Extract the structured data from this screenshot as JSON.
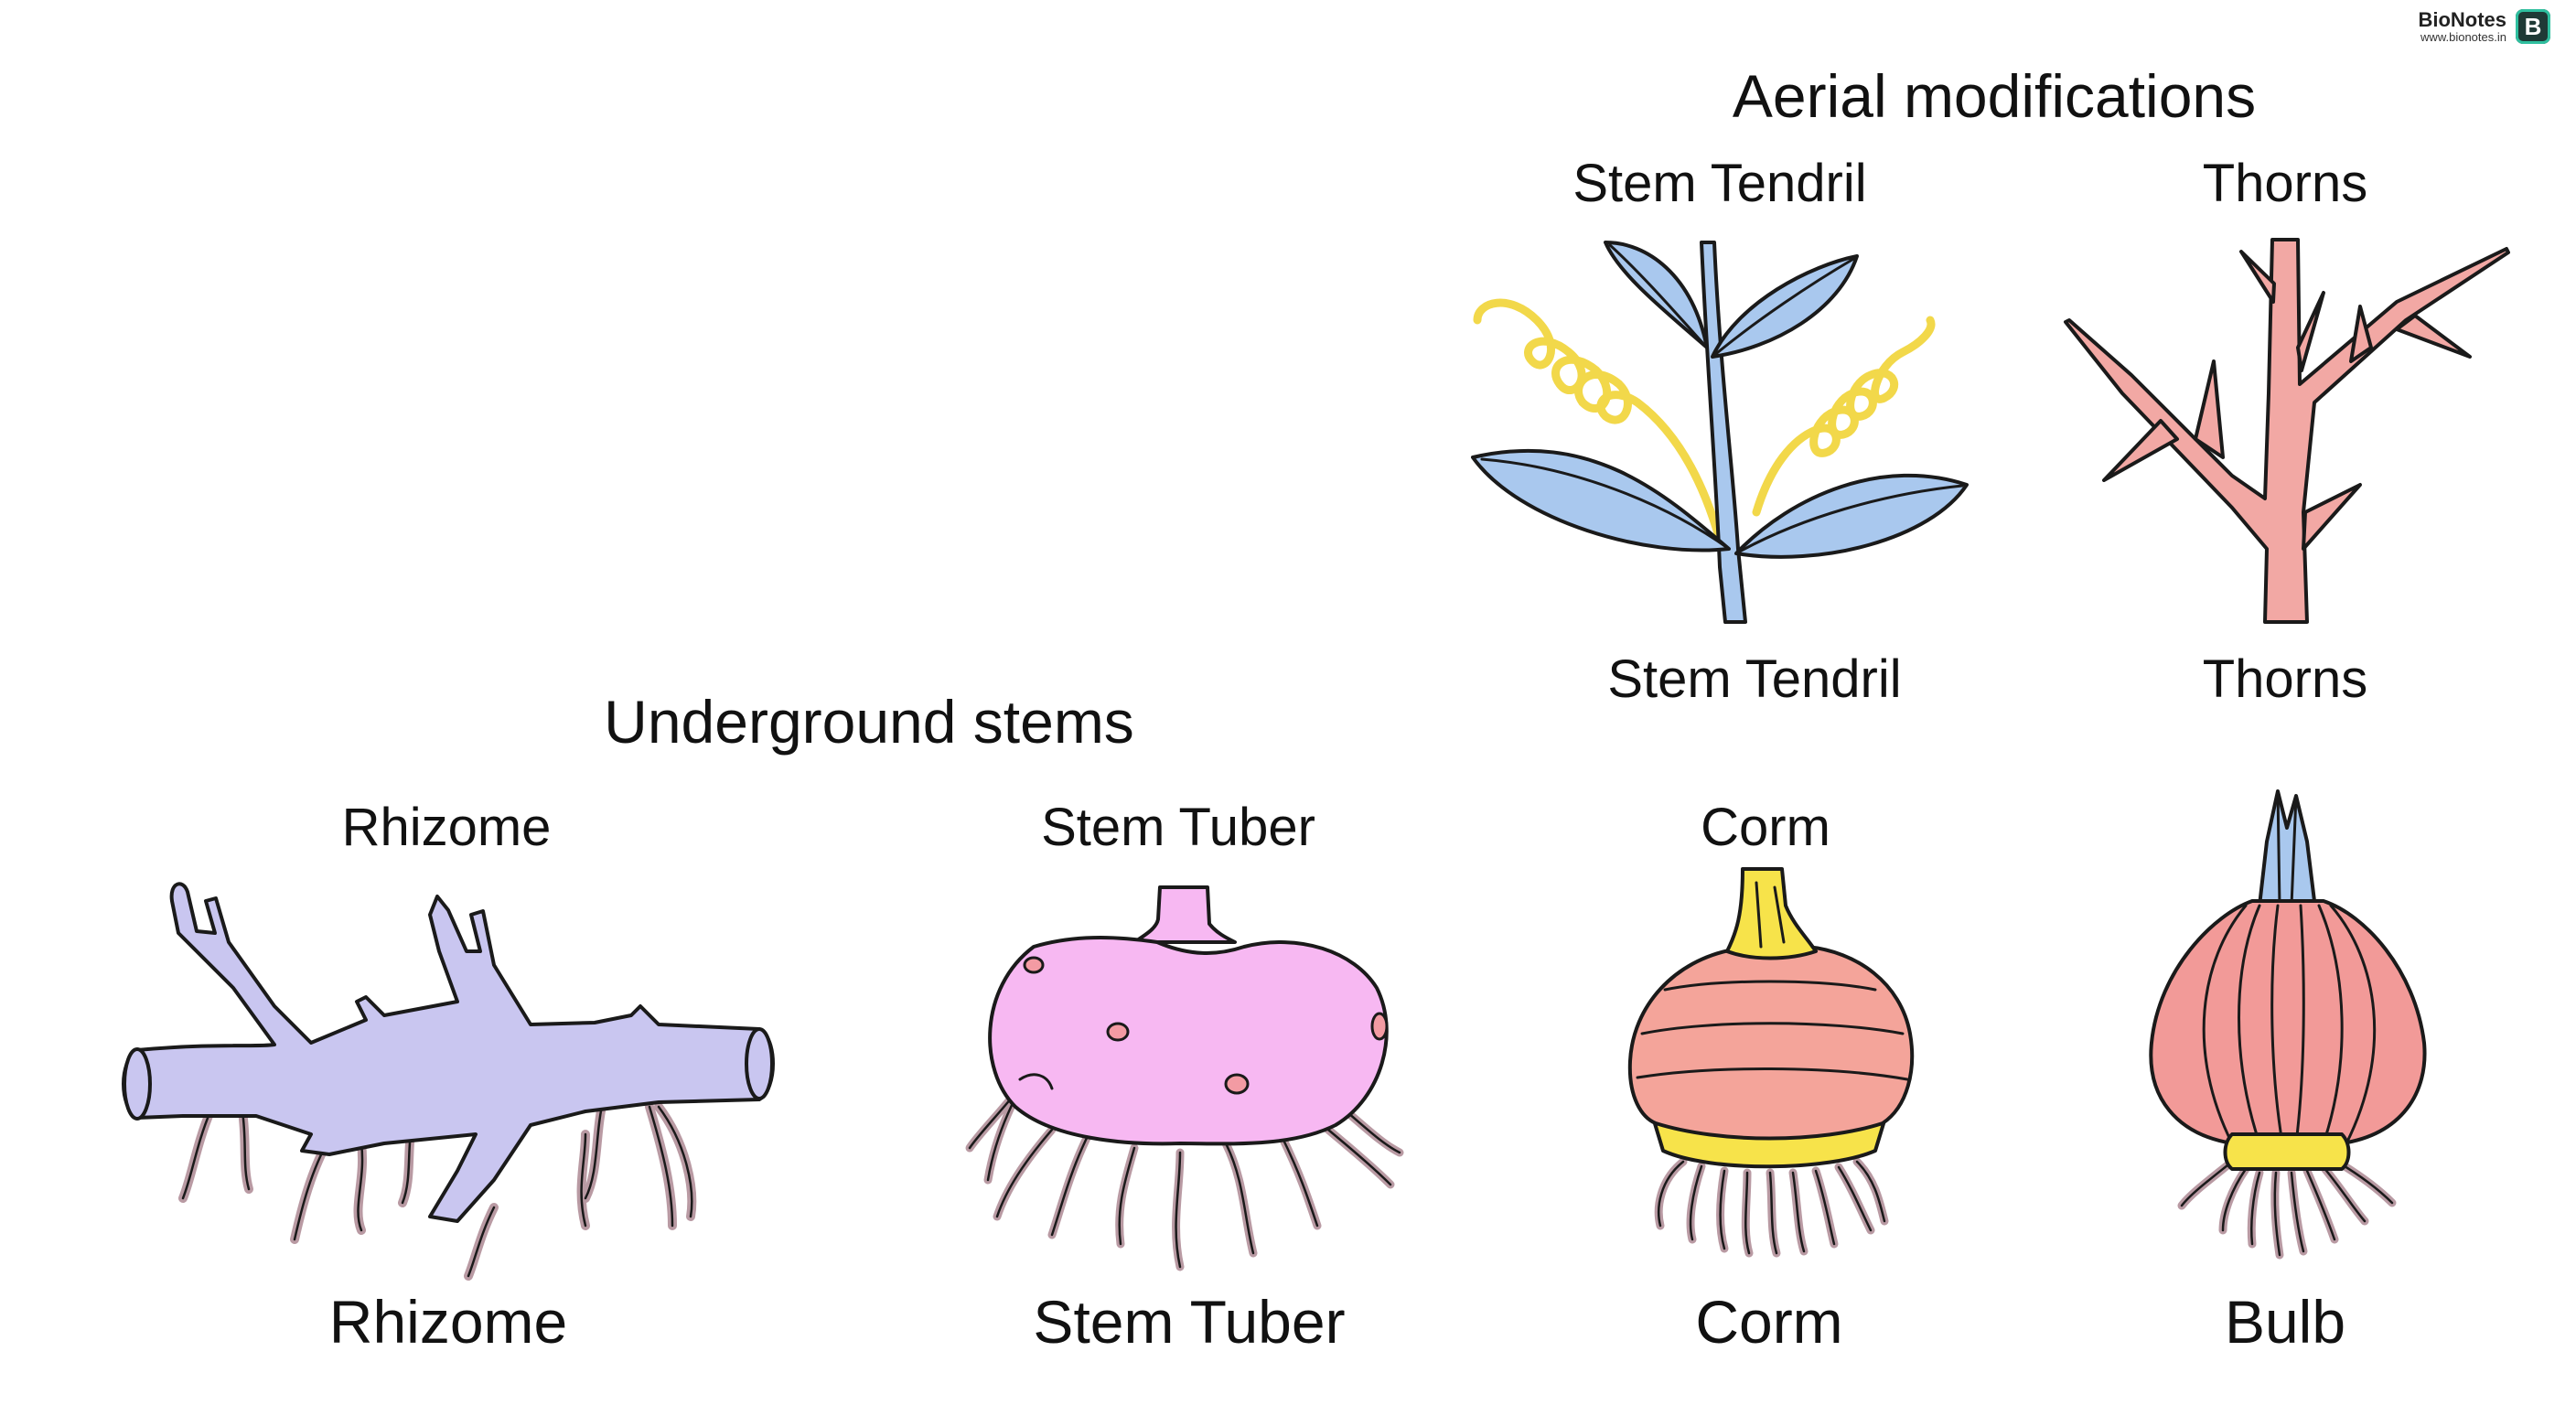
{
  "brand": {
    "name": "BioNotes",
    "url": "www.bionotes.in",
    "badge_letter": "B"
  },
  "sections": {
    "aerial": "Aerial modifications",
    "underground": "Underground stems"
  },
  "items": {
    "stem_tendril": {
      "top_label": "Stem Tendril",
      "bottom_label": "Stem Tendril"
    },
    "thorns": {
      "top_label": "Thorns",
      "bottom_label": "Thorns"
    },
    "rhizome": {
      "top_label": "Rhizome",
      "bottom_label": "Rhizome"
    },
    "stem_tuber": {
      "top_label": "Stem Tuber",
      "bottom_label": "Stem Tuber"
    },
    "corm": {
      "top_label": "Corm",
      "bottom_label": "Corm"
    },
    "bulb": {
      "bottom_label": "Bulb"
    }
  },
  "colors": {
    "tendril_leaf": "#a9c8ee",
    "tendril_coil": "#f2d84a",
    "thorn": "#f2a8a4",
    "rhizome": "#c9c6f0",
    "tuber": "#f7b8f2",
    "corm_body": "#f4a49a",
    "corm_band": "#f7e34a",
    "bulb_body": "#f29a98",
    "root": "#e8c9cf"
  }
}
